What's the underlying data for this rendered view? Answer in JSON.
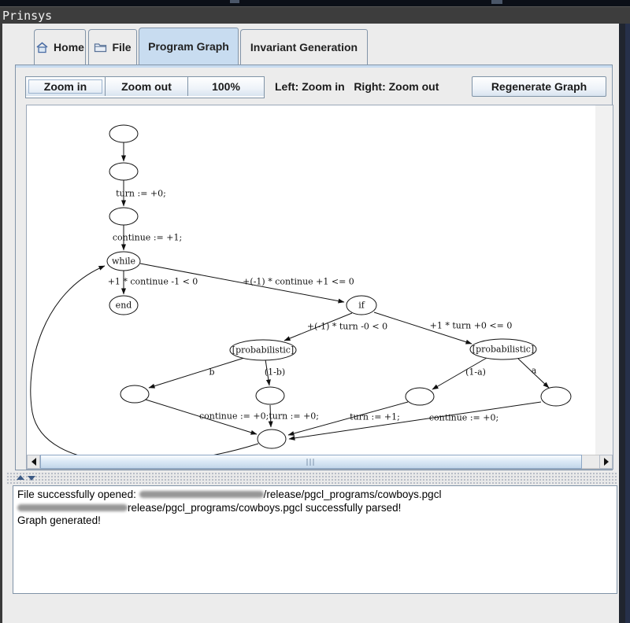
{
  "window": {
    "title": "Prinsys"
  },
  "tabs": {
    "home": "Home",
    "file": "File",
    "program_graph": "Program Graph",
    "invariant_generation": "Invariant Generation"
  },
  "toolbar": {
    "zoom_in": "Zoom in",
    "zoom_out": "Zoom out",
    "zoom_level": "100%",
    "hint": "Left: Zoom in   Right: Zoom out",
    "regenerate": "Regenerate Graph"
  },
  "graph": {
    "node_labels": {
      "while_node": "while",
      "end_node": "end",
      "if_node": "if",
      "prob_left": "[probabilistic]",
      "prob_right": "[probabilistic]"
    },
    "edge_labels": {
      "assign_turn0": "turn := +0;",
      "assign_continue1": "continue := +1;",
      "while_exit": "+1 * continue -1 < 0",
      "while_body": "+(-1) * continue +1 <= 0",
      "if_left": "+(-1) * turn -0 < 0",
      "if_right": "+1 * turn +0 <= 0",
      "prob_b": "b",
      "prob_1b": "(1-b)",
      "prob_1a": "(1-a)",
      "prob_a": "a",
      "assign_cont_turn": "continue := +0;turn := +0;",
      "assign_turn1": "turn := +1;",
      "assign_cont0": "continue := +0;"
    }
  },
  "log": {
    "line1_prefix": "File successfully opened: ",
    "line1_suffix": "/release/pgcl_programs/cowboys.pgcl",
    "line2_suffix": "release/pgcl_programs/cowboys.pgcl successfully parsed!",
    "line3": "Graph generated!"
  }
}
